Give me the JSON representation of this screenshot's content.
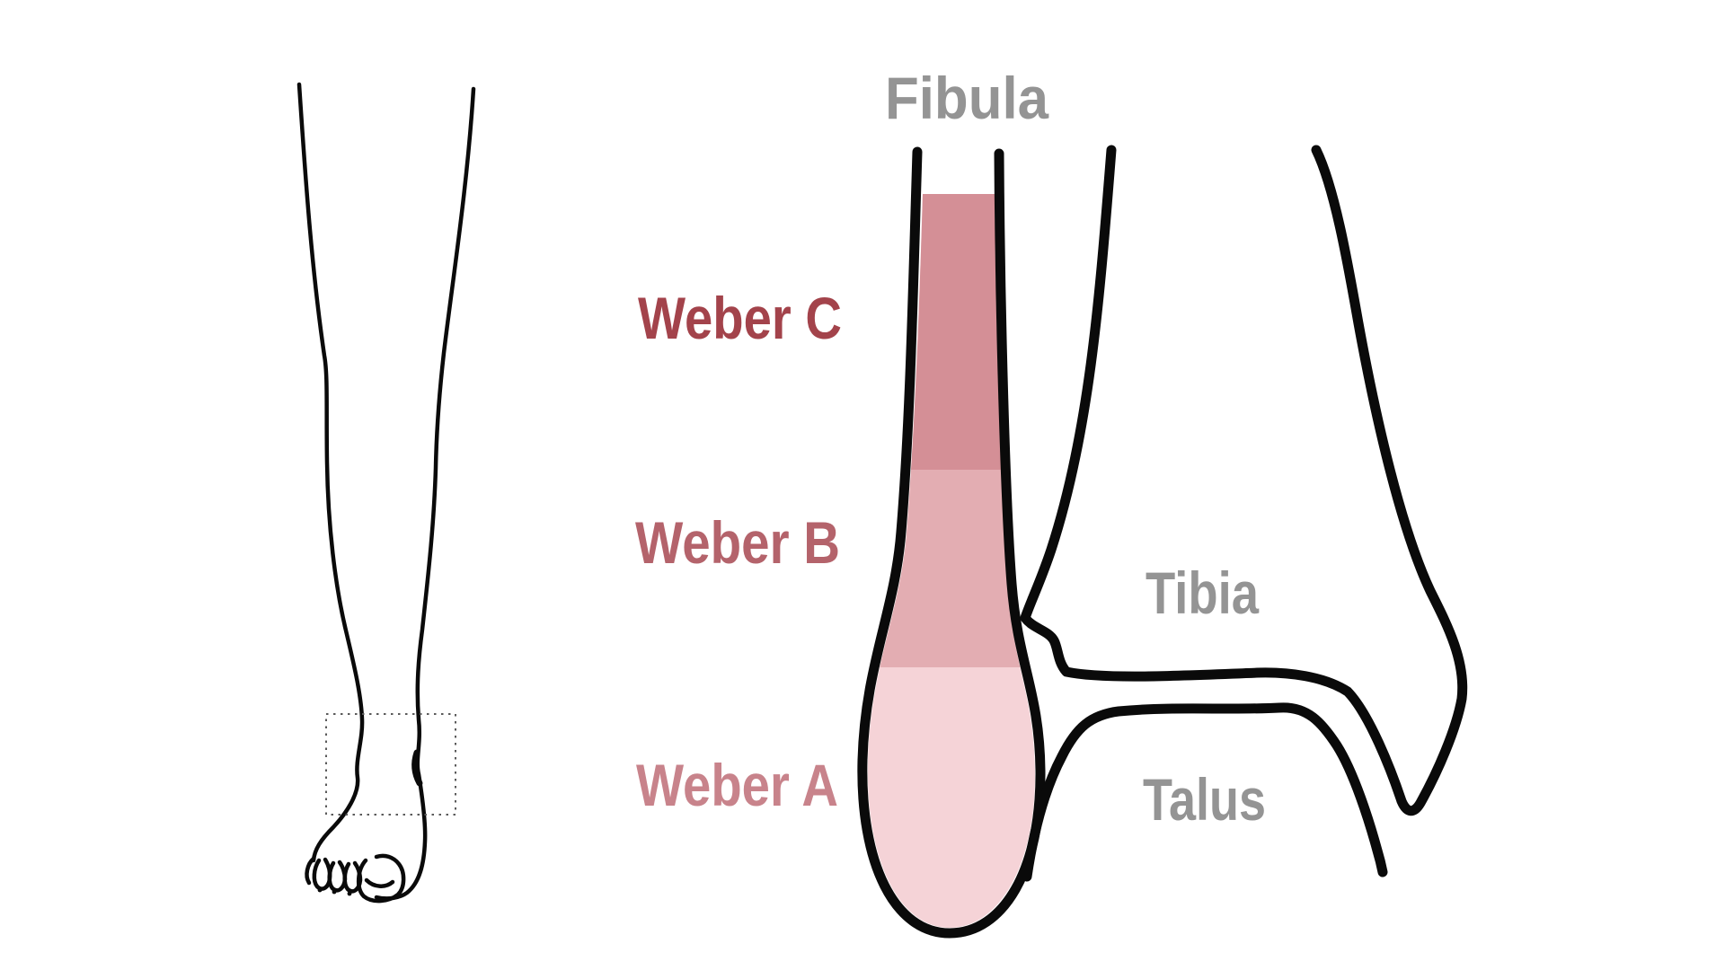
{
  "diagram": {
    "background_color": "#ffffff",
    "outline_color": "#0a0a0a",
    "leg_outline_color": "#0a0a0a",
    "roi_box_color": "#5a5a5a",
    "bone_labels": {
      "fibula": {
        "text": "Fibula",
        "color": "#949494"
      },
      "tibia": {
        "text": "Tibia",
        "color": "#949494"
      },
      "talus": {
        "text": "Talus",
        "color": "#949494"
      }
    },
    "weber_zones": [
      {
        "id": "C",
        "label": "Weber C",
        "label_color": "#a3434b",
        "fill_color": "#d48f96"
      },
      {
        "id": "B",
        "label": "Weber B",
        "label_color": "#b4636b",
        "fill_color": "#e3adb2"
      },
      {
        "id": "A",
        "label": "Weber A",
        "label_color": "#c8838b",
        "fill_color": "#f5d3d7"
      }
    ]
  }
}
